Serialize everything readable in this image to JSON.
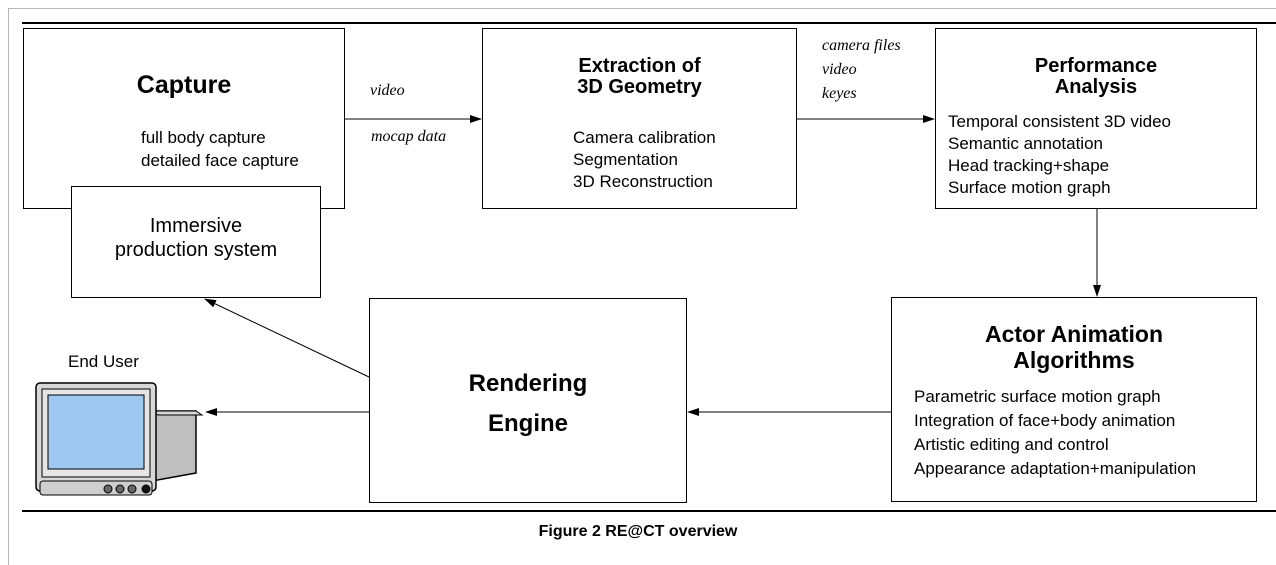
{
  "capture": {
    "title": "Capture",
    "items": [
      "full body capture",
      "detailed face capture"
    ]
  },
  "extraction": {
    "title": "Extraction of\n3D Geometry",
    "items": [
      "Camera calibration",
      "Segmentation",
      "3D Reconstruction"
    ]
  },
  "performance": {
    "title": "Performance\nAnalysis",
    "items": [
      "Temporal consistent 3D video",
      "Semantic annotation",
      "Head tracking+shape",
      "Surface motion graph"
    ]
  },
  "actor": {
    "title": "Actor Animation\nAlgorithms",
    "items": [
      "Parametric surface motion graph",
      "Integration of face+body animation",
      "Artistic editing and control",
      "Appearance adaptation+manipulation"
    ]
  },
  "rendering": {
    "title": "Rendering\nEngine"
  },
  "immersive": {
    "title": "Immersive\nproduction system"
  },
  "end_user": {
    "label": "End User",
    "icon": "monitor-icon"
  },
  "edge_labels": {
    "capture_to_extraction_top": "video",
    "capture_to_extraction_bottom": "mocap data",
    "extraction_to_performance": "camera files\nvideo\nkeyes"
  },
  "caption": "Figure 2 RE@CT overview",
  "colors": {
    "screen": "#9ec8f0",
    "monitor_body": "#d8d8d8",
    "stroke": "#000000"
  }
}
